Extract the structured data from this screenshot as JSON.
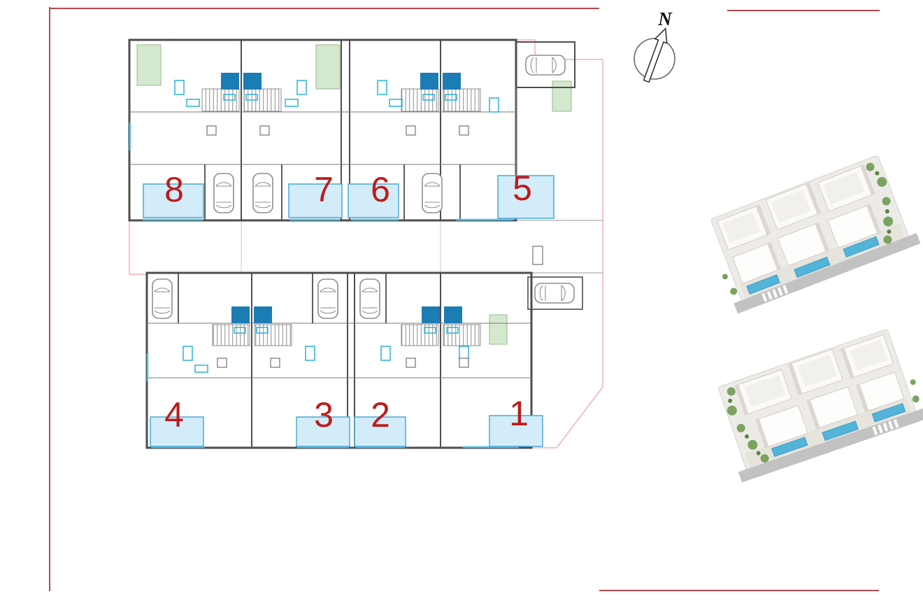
{
  "plan": {
    "unit_numbers": [
      "8",
      "7",
      "6",
      "5",
      "4",
      "3",
      "2",
      "1"
    ],
    "compass_label": "N",
    "rows": {
      "top_row_units": [
        "8",
        "7",
        "6",
        "5"
      ],
      "bottom_row_units": [
        "4",
        "3",
        "2",
        "1"
      ]
    },
    "pools_count": 8,
    "cars_count": 8
  },
  "renders": {
    "top": {
      "name": "aerial-view-render-1"
    },
    "bottom": {
      "name": "aerial-view-render-2"
    }
  },
  "colors": {
    "frame_red": "#b8474e",
    "boundary_red": "#f0a0a0",
    "unit_number_red": "#bf1b1b",
    "pool_fill": "#d3ecfa",
    "pool_border": "#49a8d8",
    "green_area_fill": "#d4e8cd",
    "green_area_border": "#9ab894",
    "wall_gray": "#4d4d4d",
    "fixture_cyan": "#2ab2dc",
    "accent_blue": "#1c7cb4",
    "render_pool_blue": "#54b3d9",
    "render_building_white": "#fbfaf8",
    "render_base": "#edebe7"
  }
}
